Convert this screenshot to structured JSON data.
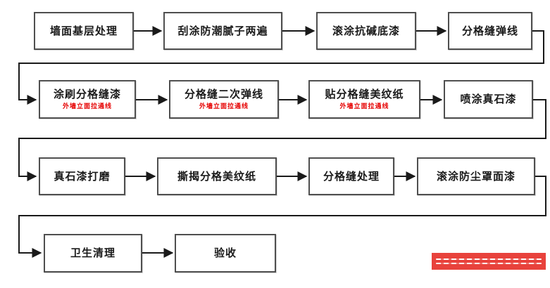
{
  "flow": {
    "rows": [
      {
        "steps": [
          {
            "label": "墙面基层处理"
          },
          {
            "label": "刮涂防潮腻子两遍"
          },
          {
            "label": "滚涂抗碱底漆"
          },
          {
            "label": "分格缝弹线"
          }
        ]
      },
      {
        "steps": [
          {
            "label": "涂刷分格缝漆",
            "note": "外墙立面拉通线"
          },
          {
            "label": "分格缝二次弹线",
            "note": "外墙立面拉通线"
          },
          {
            "label": "贴分格缝美纹纸",
            "note": "外墙立面拉通线"
          },
          {
            "label": "喷涂真石漆"
          }
        ]
      },
      {
        "steps": [
          {
            "label": "真石漆打磨"
          },
          {
            "label": "撕揭分格美纹纸"
          },
          {
            "label": "分格缝处理"
          },
          {
            "label": "滚涂防尘罩面漆"
          }
        ]
      },
      {
        "steps": [
          {
            "label": "卫生清理"
          },
          {
            "label": "验收"
          }
        ]
      }
    ]
  },
  "colors": {
    "box_border": "#4f4f4f",
    "arrow": "#1a1a1a",
    "note_red": "#e60000",
    "watermark_red": "#e8423c",
    "background": "#ffffff"
  }
}
